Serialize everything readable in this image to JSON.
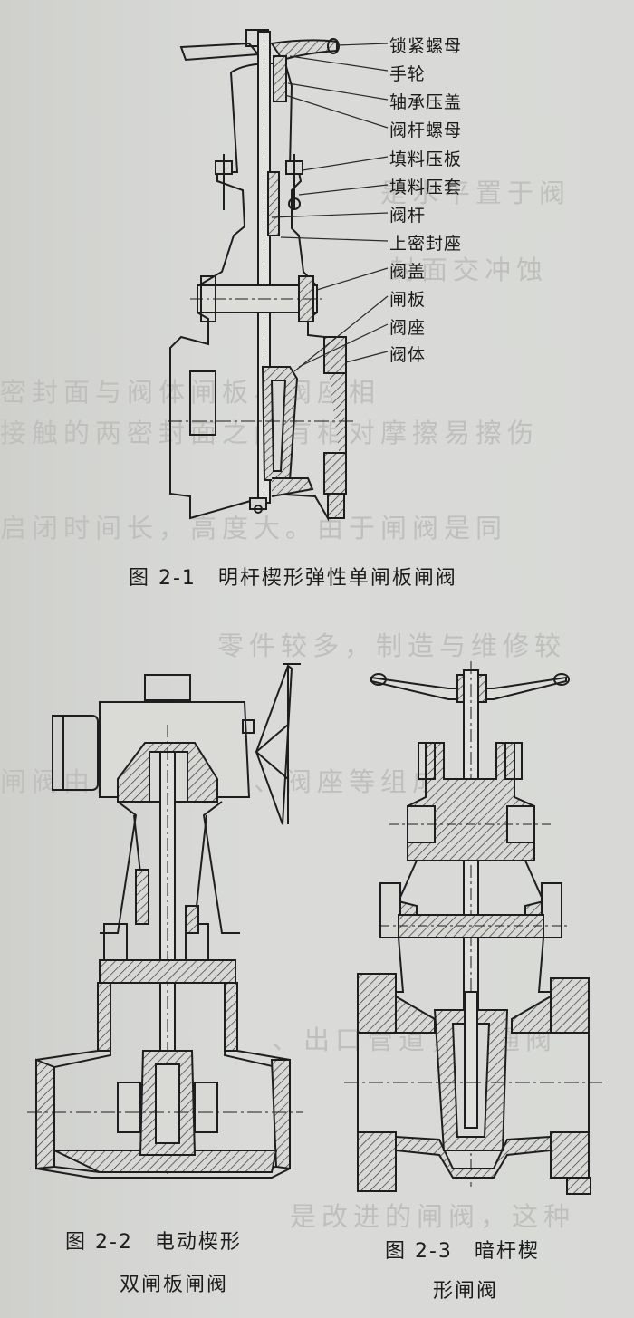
{
  "figure_2_1": {
    "caption": "图 2-1　明杆楔形弹性单闸板闸阀",
    "labels": [
      "锁紧螺母",
      "手轮",
      "轴承压盖",
      "阀杆螺母",
      "填料压板",
      "填料压套",
      "阀杆",
      "上密封座",
      "阀盖",
      "闸板",
      "阀座",
      "阀体"
    ]
  },
  "figure_2_2": {
    "caption_line1": "图 2-2　电动楔形",
    "caption_line2": "双闸板闸阀"
  },
  "figure_2_3": {
    "caption_line1": "图 2-3　暗杆楔",
    "caption_line2": "形闸阀"
  }
}
